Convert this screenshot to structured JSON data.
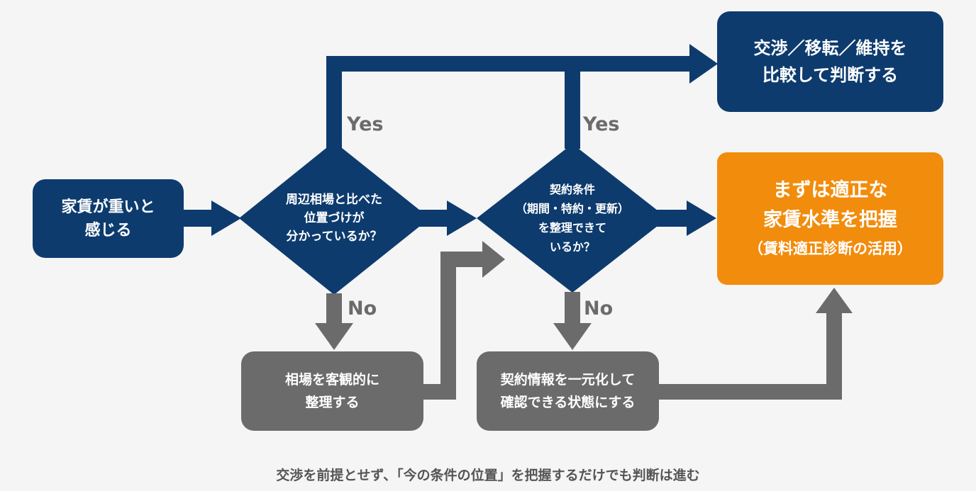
{
  "colors": {
    "navy": "#0d3b6e",
    "gray": "#6b6b6b",
    "orange": "#f28c0c",
    "background": "#f5f5f5"
  },
  "nodes": {
    "start": {
      "lines": [
        "家賃が重いと",
        "感じる"
      ]
    },
    "decision_market": {
      "lines": [
        "周辺相場と比べた",
        "位置づけが",
        "分かっているか？"
      ]
    },
    "decision_contract": {
      "lines": [
        "契約条件",
        "（期間・特約・更新）",
        "を整理できて",
        "いるか？"
      ]
    },
    "compare": {
      "lines": [
        "交渉／移転／維持を",
        "比較して判断する"
      ]
    },
    "grasp": {
      "lines": [
        "まずは適正な",
        "家賃水準を把握"
      ],
      "sub": "（賃料適正診断の活用）"
    },
    "organize_market": {
      "lines": [
        "相場を客観的に",
        "整理する"
      ]
    },
    "centralize_contract": {
      "lines": [
        "契約情報を一元化して",
        "確認できる状態にする"
      ]
    }
  },
  "edge_labels": {
    "yes_1": "Yes",
    "yes_2": "Yes",
    "no_1": "No",
    "no_2": "No"
  },
  "caption": "交渉を前提とせず、「今の条件の位置」を把握するだけでも判断は進む"
}
